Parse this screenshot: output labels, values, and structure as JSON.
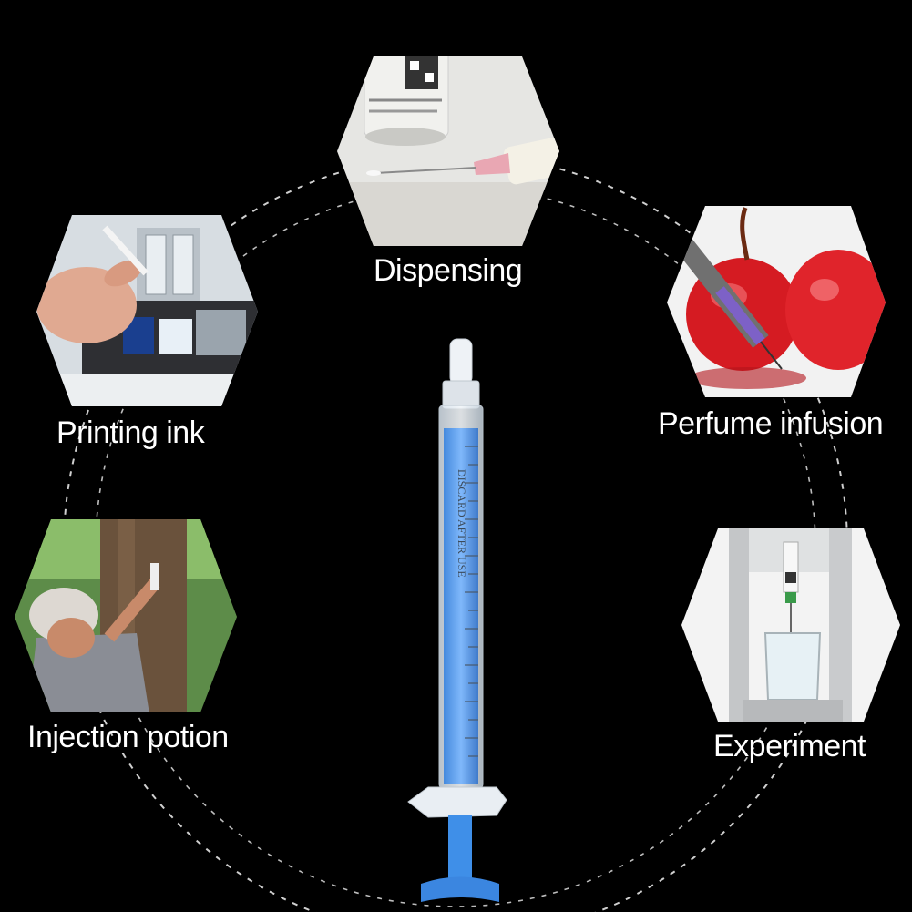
{
  "applications": [
    {
      "id": "dispensing",
      "label": "Dispensing"
    },
    {
      "id": "printing-ink",
      "label": "Printing ink"
    },
    {
      "id": "perfume-infusion",
      "label": "Perfume infusion"
    },
    {
      "id": "injection-potion",
      "label": "Injection potion"
    },
    {
      "id": "experiment",
      "label": "Experiment"
    }
  ],
  "syringe_text": "DISCARD AFTER USE",
  "colors": {
    "background": "#000000",
    "plunger": "#3f8fe8",
    "ring": "#cfcfcf"
  }
}
